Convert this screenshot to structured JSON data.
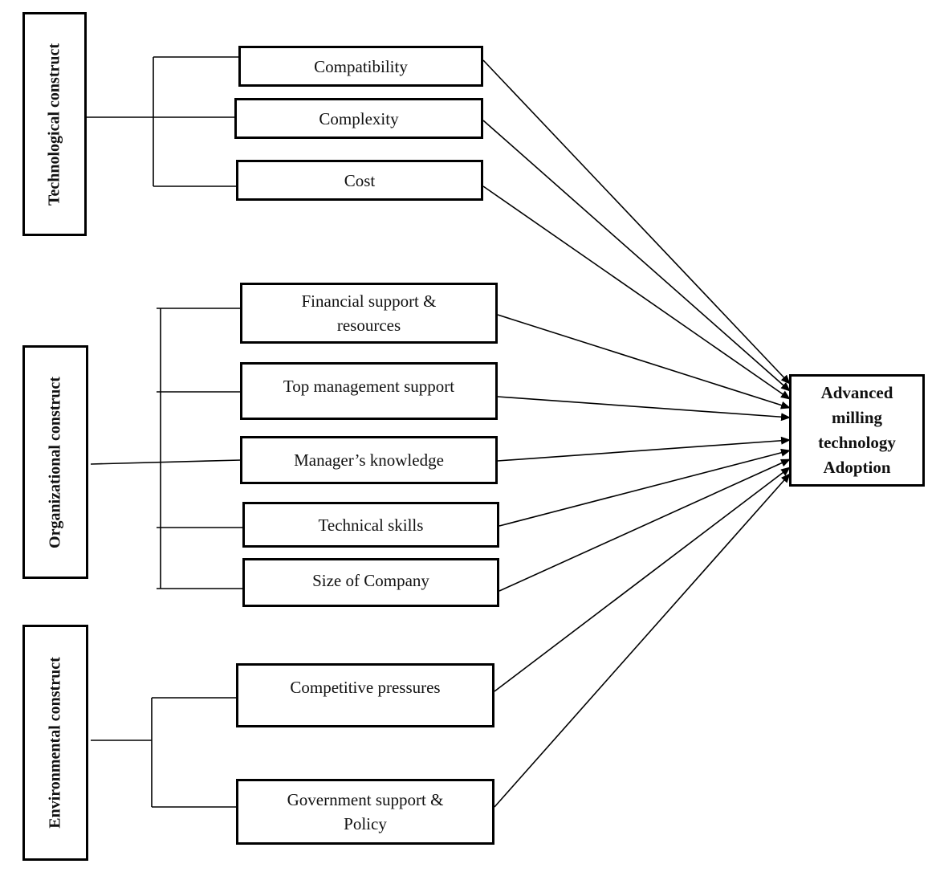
{
  "constructs": {
    "technological": "Technological construct",
    "organizational": "Organizational construct",
    "environmental": "Environmental construct"
  },
  "factors": {
    "compatibility": "Compatibility",
    "complexity": "Complexity",
    "cost": "Cost",
    "financial_support": "Financial support & resources",
    "top_management": "Top management support",
    "managers_knowledge": "Manager’s knowledge",
    "technical_skills": "Technical skills",
    "company_size": "Size of Company",
    "competitive_pressures": "Competitive pressures",
    "government_support": "Government support & Policy"
  },
  "outcome": {
    "label": "Advanced milling technology Adoption"
  }
}
